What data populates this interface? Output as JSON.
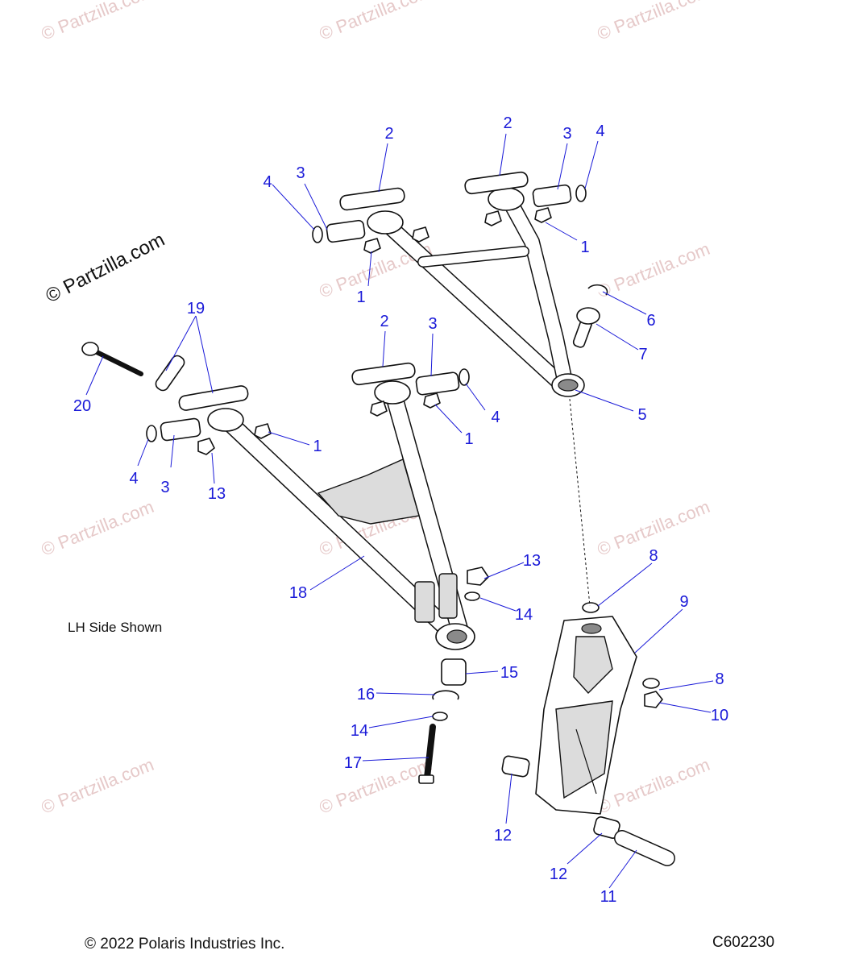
{
  "watermark": "© Partzilla.com",
  "brand_watermark": "© Partzilla.com",
  "note": "LH Side Shown",
  "copyright": "© 2022 Polaris Industries Inc.",
  "diagram_code": "C602230",
  "callouts": [
    {
      "label": "1"
    },
    {
      "label": "1"
    },
    {
      "label": "1"
    },
    {
      "label": "1"
    },
    {
      "label": "2"
    },
    {
      "label": "2"
    },
    {
      "label": "2"
    },
    {
      "label": "3"
    },
    {
      "label": "3"
    },
    {
      "label": "3"
    },
    {
      "label": "3"
    },
    {
      "label": "4"
    },
    {
      "label": "4"
    },
    {
      "label": "4"
    },
    {
      "label": "4"
    },
    {
      "label": "5"
    },
    {
      "label": "6"
    },
    {
      "label": "7"
    },
    {
      "label": "8"
    },
    {
      "label": "8"
    },
    {
      "label": "9"
    },
    {
      "label": "10"
    },
    {
      "label": "11"
    },
    {
      "label": "12"
    },
    {
      "label": "12"
    },
    {
      "label": "13"
    },
    {
      "label": "13"
    },
    {
      "label": "14"
    },
    {
      "label": "14"
    },
    {
      "label": "15"
    },
    {
      "label": "16"
    },
    {
      "label": "17"
    },
    {
      "label": "18"
    },
    {
      "label": "19"
    },
    {
      "label": "20"
    }
  ]
}
